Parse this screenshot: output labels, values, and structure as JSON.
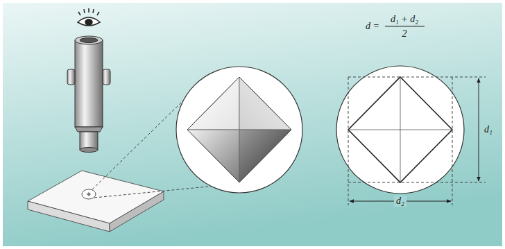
{
  "diagram": {
    "labels": [
      "d =",
      "d₁ + d₂",
      "2",
      "d₁",
      "d₂"
    ]
  }
}
